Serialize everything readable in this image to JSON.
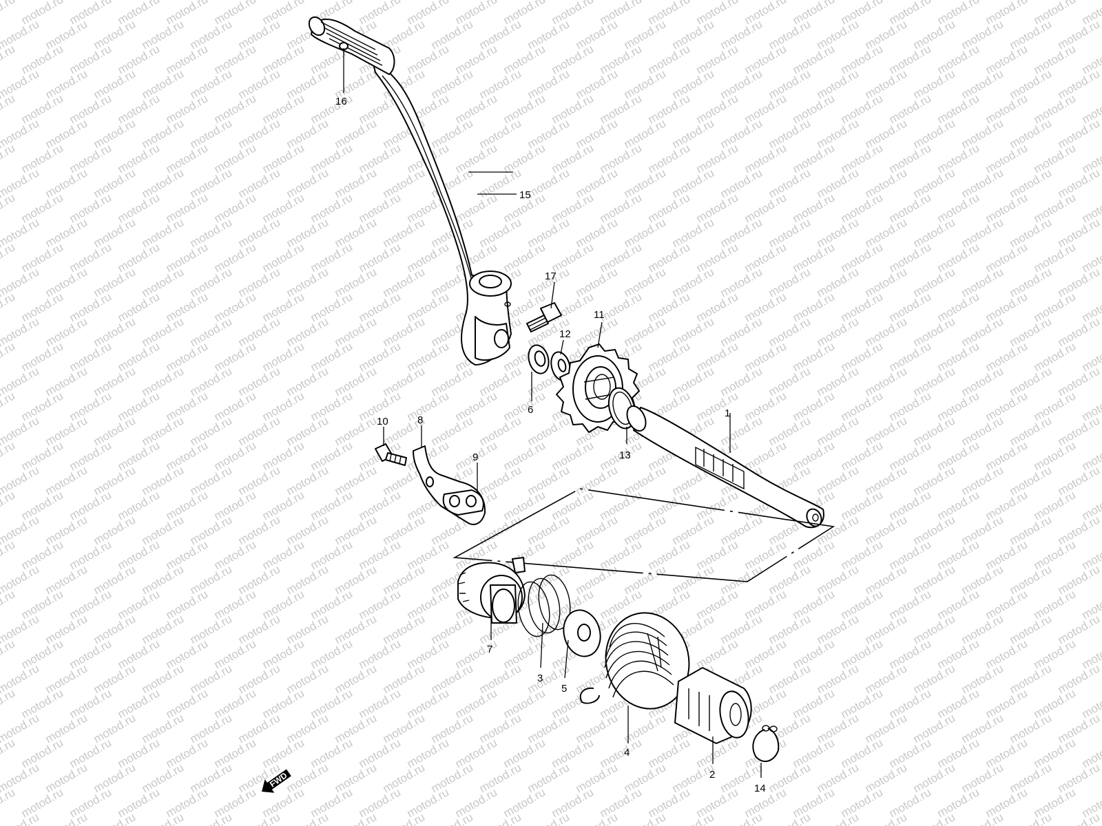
{
  "watermark": {
    "text": "motod.ru"
  },
  "fwd_badge": {
    "label": "FWD"
  },
  "callouts": [
    {
      "id": "1",
      "label": "1"
    },
    {
      "id": "2",
      "label": "2"
    },
    {
      "id": "3",
      "label": "3"
    },
    {
      "id": "4",
      "label": "4"
    },
    {
      "id": "5",
      "label": "5"
    },
    {
      "id": "6",
      "label": "6"
    },
    {
      "id": "7",
      "label": "7"
    },
    {
      "id": "8",
      "label": "8"
    },
    {
      "id": "9",
      "label": "9"
    },
    {
      "id": "10",
      "label": "10"
    },
    {
      "id": "11",
      "label": "11"
    },
    {
      "id": "12",
      "label": "12"
    },
    {
      "id": "13",
      "label": "13"
    },
    {
      "id": "14",
      "label": "14"
    },
    {
      "id": "15",
      "label": "15"
    },
    {
      "id": "16",
      "label": "16"
    },
    {
      "id": "17",
      "label": "17"
    }
  ]
}
